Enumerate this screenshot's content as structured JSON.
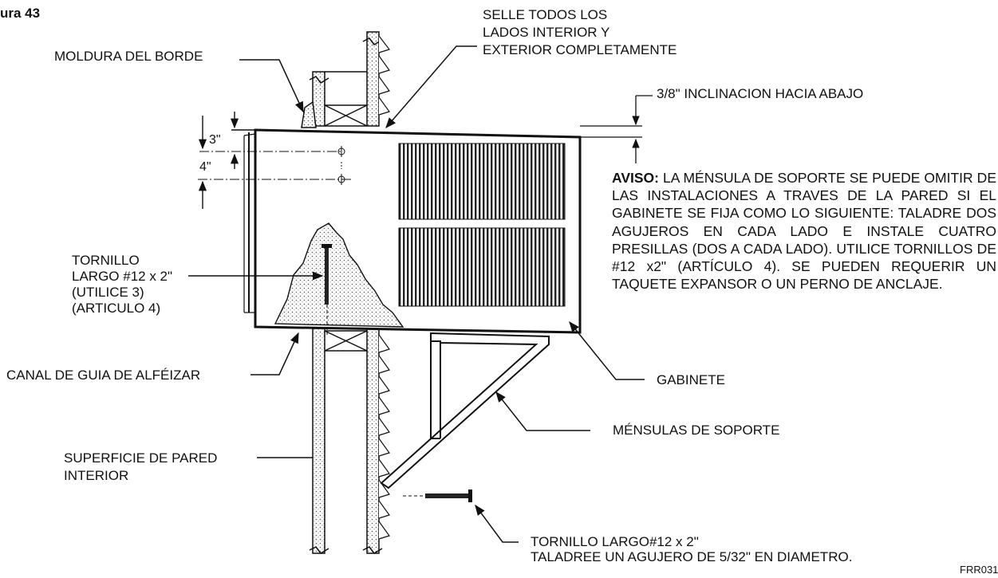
{
  "figure_label": "ura 43",
  "labels": {
    "seal": [
      "SELLE TODOS LOS",
      "LADOS INTERIOR Y",
      "EXTERIOR COMPLETAMENTE"
    ],
    "trim": "MOLDURA DEL BORDE",
    "tilt": "3/8\" INCLINACION HACIA ABAJO",
    "dim_3": "3\"",
    "dim_4": "4\"",
    "screw_left": [
      "TORNILLO",
      "LARGO #12 x 2\"",
      "(UTILICE 3)",
      "(ARTICULO 4)"
    ],
    "sill_channel": "CANAL DE GUIA DE ALFÉIZAR",
    "cabinet": "GABINETE",
    "brackets": "MÉNSULAS DE SOPORTE",
    "wall_surface": [
      "SUPERFICIE DE PARED",
      "INTERIOR"
    ],
    "screw_bottom": [
      "TORNILLO LARGO#12 x 2\"",
      "TALADREE UN AGUJERO DE 5/32\"  EN DIAMETRO."
    ],
    "code": "FRR031"
  },
  "note": {
    "heading": "AVISO:",
    "text": " LA MÉNSULA DE SOPORTE SE PUEDE OMITIR DE LAS INSTALACIONES A TRAVES DE LA PARED SI EL GABINETE SE FIJA COMO LO SIGUIENTE: TALADRE DOS AGUJEROS EN CADA LADO E INSTALE CUATRO PRESILLAS (DOS A CADA LADO). UTILICE TORNILLOS DE #12 x2\" (ARTÍCULO 4).  SE PUEDEN REQUERIR UN TAQUETE EXPANSOR O UN PERNO DE ANCLAJE."
  }
}
